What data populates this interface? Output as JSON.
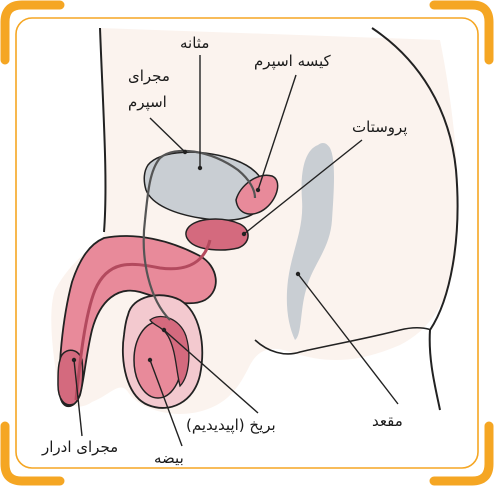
{
  "labels": {
    "bladder": "مثانه",
    "vas_deferens_line1": "مجرای",
    "vas_deferens_line2": "اسپرم",
    "seminal_vesicle": "کیسه اسپرم",
    "prostate": "پروستات",
    "rectum": "مقعد",
    "epididymis": "بریخ (اپیدیدیم)",
    "urethra": "مجرای ادرار",
    "testis": "بیضه"
  },
  "colors": {
    "accent": "#F5A623",
    "frame_border": "#F5A623",
    "background": "#FFFFFF",
    "skin_fill": "#FBF3EE",
    "organ_gray": "#C9CED3",
    "organ_pink": "#E88A9A",
    "organ_pink_dark": "#D46A7E",
    "outline": "#222222"
  }
}
